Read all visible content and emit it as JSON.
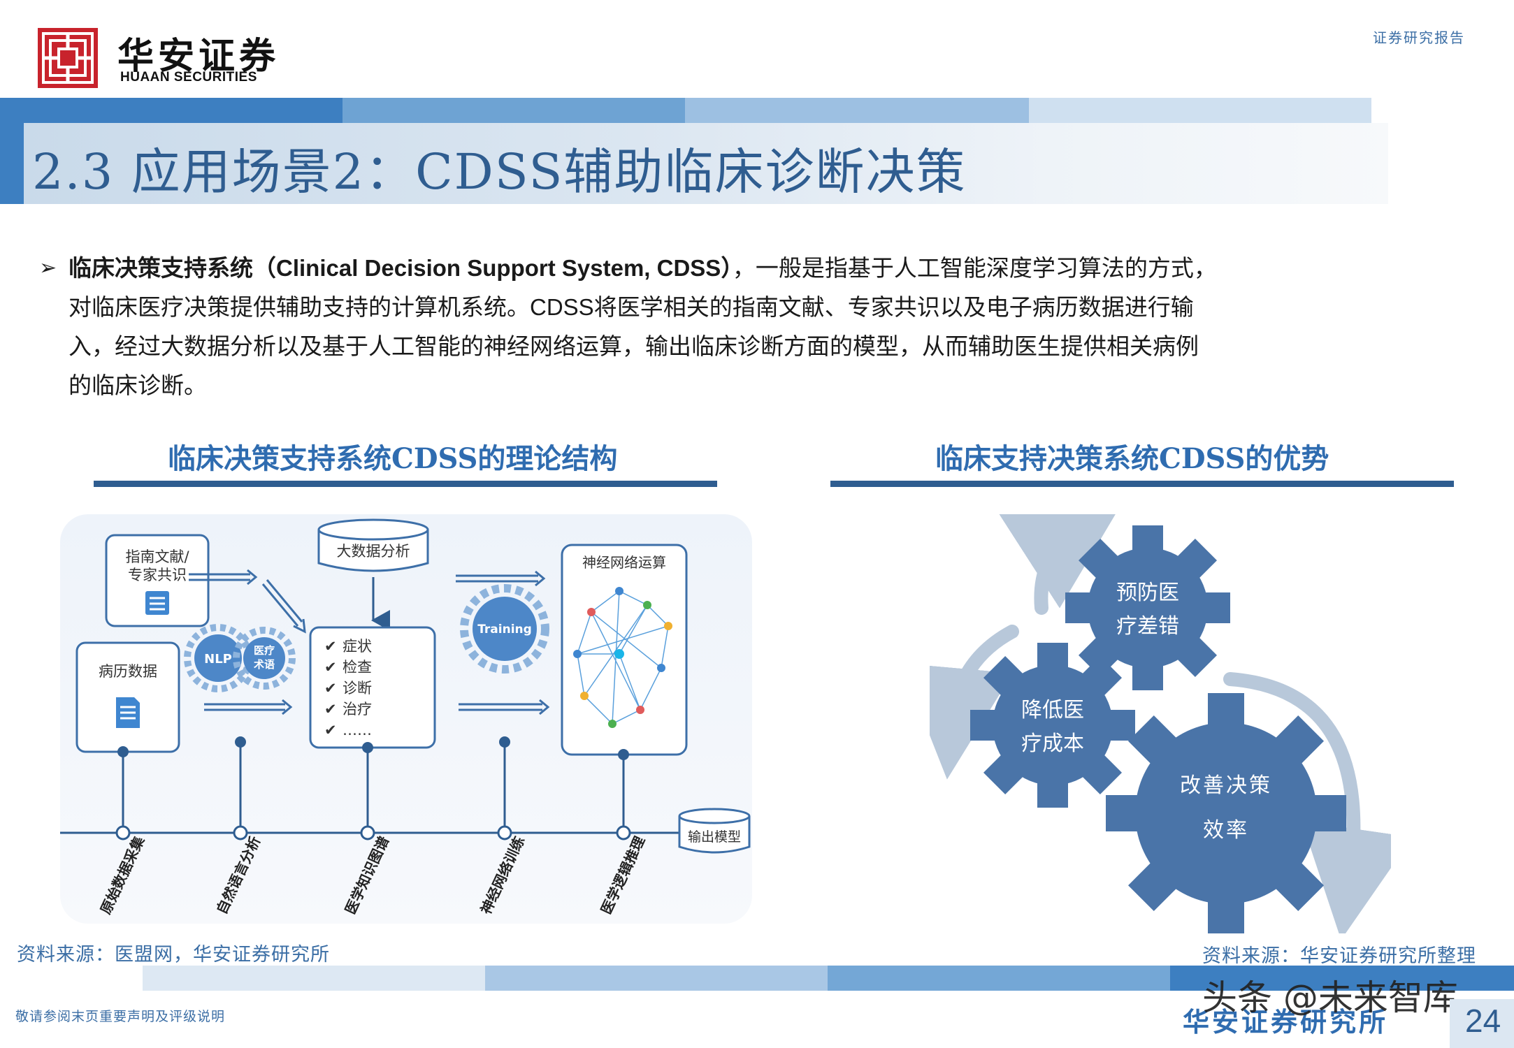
{
  "header": {
    "brand_cn": "华安证券",
    "brand_en": "HUAAN SECURITIES",
    "report_type": "证券研究报告"
  },
  "title": "2.3 应用场景2：CDSS辅助临床诊断决策",
  "paragraph": {
    "bullet": "➢",
    "lead_cn": "临床决策支持系统（",
    "lead_en": "Clinical Decision Support System, CDSS",
    "lead_close": "）",
    "line1_rest": "，一般是指基于人工智能深度学习算法的方式，",
    "line2_a": "对临床医疗决策提供辅助支持的计算机系统。",
    "line2_en": "CDSS",
    "line2_b": "将医学相关的指南文献、专家共识以及电子病历数据进行输",
    "line3": "入，经过大数据分析以及基于人工智能的神经网络运算，输出临床诊断方面的模型，从而辅助医生提供相关病例",
    "line4": "的临床诊断。"
  },
  "left_section": {
    "title": "临床决策支持系统CDSS的理论结构",
    "source": "资料来源：医盟网，华安证券研究所",
    "diagram": {
      "guideline_box": "指南文献/",
      "guideline_box2": "专家共识",
      "record_box": "病历数据",
      "nlp": "NLP",
      "term1": "医疗",
      "term2": "术语",
      "bigdata": "大数据分析",
      "checklist": [
        "症状",
        "检查",
        "诊断",
        "治疗",
        "……"
      ],
      "training": "Training",
      "neural": "神经网络运算",
      "output": "输出模型",
      "axis_labels": [
        "原始数据采集",
        "自然语言分析",
        "医学知识图谱",
        "神经网络训练",
        "医学逻辑推理"
      ]
    }
  },
  "right_section": {
    "title": "临床支持决策系统CDSS的优势",
    "source": "资料来源：华安证券研究所整理",
    "gears": [
      {
        "line1": "预防医",
        "line2": "疗差错"
      },
      {
        "line1": "降低医",
        "line2": "疗成本"
      },
      {
        "line1": "改善决策",
        "line2": "效率"
      }
    ]
  },
  "footer": {
    "disclaimer": "敬请参阅末页重要声明及评级说明",
    "org": "华安证券研究所",
    "watermark": "头条 @未来智库",
    "page_number": "24"
  },
  "colors": {
    "primary": "#2f5d90",
    "accent": "#3d7fc1",
    "gear": "#4a74a8",
    "arrow": "#b8c8da",
    "logo_red": "#c8232c"
  }
}
